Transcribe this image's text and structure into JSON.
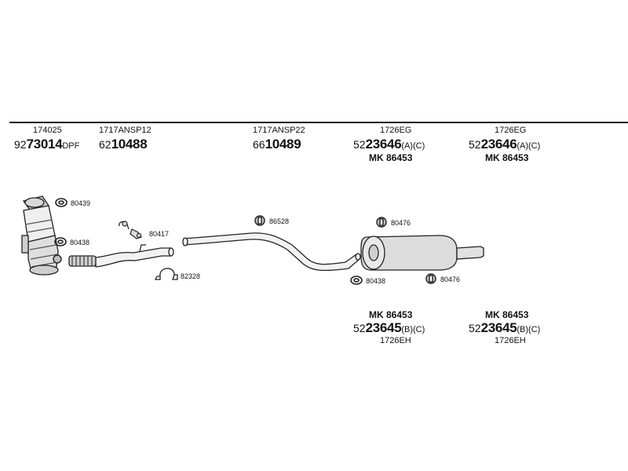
{
  "top_parts": [
    {
      "code": "174025",
      "prefix": "92",
      "main": "73014",
      "suffix": "DPF",
      "mk": ""
    },
    {
      "code": "1717ANSP12",
      "prefix": "62",
      "main": "10488",
      "suffix": "",
      "mk": ""
    },
    {
      "code": "1717ANSP22",
      "prefix": "66",
      "main": "10489",
      "suffix": "",
      "mk": ""
    },
    {
      "code": "1726EG",
      "prefix": "52",
      "main": "23646",
      "suffix": "(A)(C)",
      "mk": "MK 86453"
    },
    {
      "code": "1726EG",
      "prefix": "52",
      "main": "23646",
      "suffix": "(A)(C)",
      "mk": "MK 86453"
    }
  ],
  "bottom_parts": [
    {
      "mk": "MK 86453",
      "prefix": "52",
      "main": "23645",
      "suffix": "(B)(C)",
      "code": "1726EH"
    },
    {
      "mk": "MK 86453",
      "prefix": "52",
      "main": "23645",
      "suffix": "(B)(C)",
      "code": "1726EH"
    }
  ],
  "clips": {
    "c80439": "80439",
    "c80438a": "80438",
    "c80417": "80417",
    "c82328": "82328",
    "c86528": "86528",
    "c80476a": "80476",
    "c80438b": "80438",
    "c80476b": "80476"
  }
}
